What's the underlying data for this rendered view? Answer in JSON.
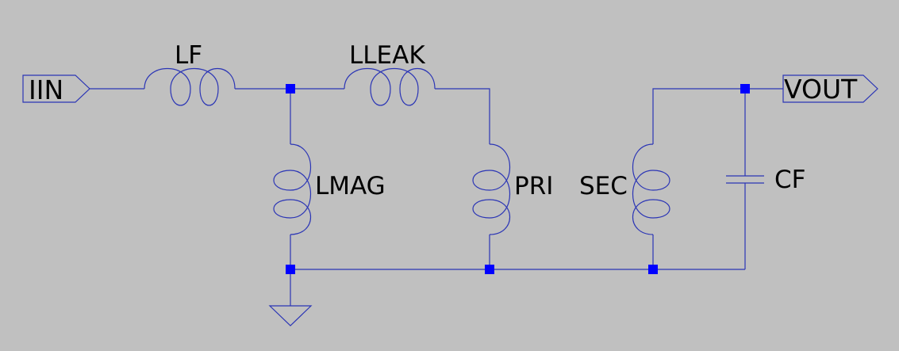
{
  "schematic": {
    "colors": {
      "background": "#c0c0c0",
      "wire": "#2b35b5",
      "junction": "#0000ff",
      "text": "#000000"
    },
    "ports": {
      "input": {
        "label": "IIN",
        "symbol": "input-port-icon"
      },
      "output": {
        "label": "VOUT",
        "symbol": "output-port-icon"
      }
    },
    "components": {
      "lf": {
        "label": "LF",
        "symbol": "inductor-icon"
      },
      "lleak": {
        "label": "LLEAK",
        "symbol": "inductor-icon"
      },
      "lmag": {
        "label": "LMAG",
        "symbol": "inductor-icon"
      },
      "pri": {
        "label": "PRI",
        "symbol": "inductor-icon"
      },
      "sec": {
        "label": "SEC",
        "symbol": "inductor-icon"
      },
      "cf": {
        "label": "CF",
        "symbol": "capacitor-icon"
      }
    },
    "ground": {
      "symbol": "ground-icon"
    }
  }
}
